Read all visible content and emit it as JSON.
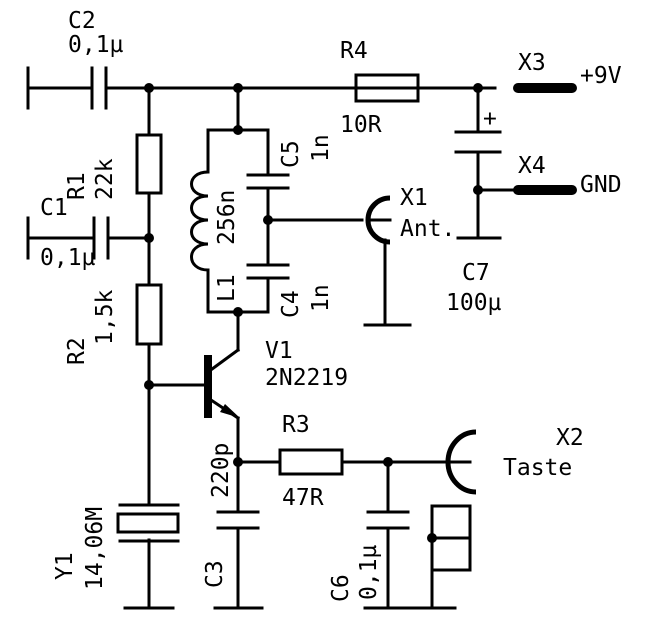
{
  "components": {
    "c2": {
      "ref": "C2",
      "value": "0,1µ"
    },
    "c1": {
      "ref": "C1",
      "value": "0,1µ"
    },
    "r1": {
      "ref": "R1",
      "value": "22k"
    },
    "r2": {
      "ref": "R2",
      "value": "1,5k"
    },
    "r3": {
      "ref": "R3",
      "value": "47R"
    },
    "r4": {
      "ref": "R4",
      "value": "10R"
    },
    "c3": {
      "ref": "C3",
      "value": "220p"
    },
    "c4": {
      "ref": "C4",
      "value": "1n"
    },
    "c5": {
      "ref": "C5",
      "value": "1n"
    },
    "c6": {
      "ref": "C6",
      "value": "0,1µ"
    },
    "c7": {
      "ref": "C7",
      "value": "100µ",
      "polarity": "+"
    },
    "l1": {
      "ref": "L1",
      "value": "256n"
    },
    "y1": {
      "ref": "Y1",
      "value": "14,06M"
    },
    "v1": {
      "ref": "V1",
      "value": "2N2219"
    }
  },
  "connectors": {
    "x1": {
      "ref": "X1",
      "label": "Ant."
    },
    "x2": {
      "ref": "X2",
      "label": "Taste"
    },
    "x3": {
      "ref": "X3",
      "label": "+9V"
    },
    "x4": {
      "ref": "X4",
      "label": "GND"
    }
  }
}
